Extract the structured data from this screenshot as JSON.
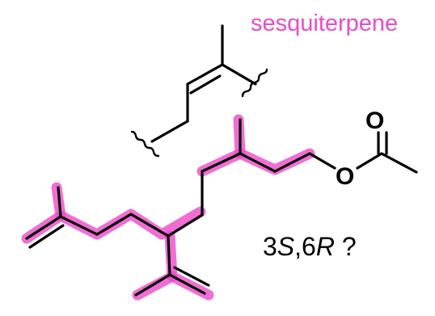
{
  "diagram": {
    "title": "sesquiterpene",
    "stereo_label": {
      "prefix": "3",
      "s": "S",
      "sep": ",6",
      "r": "R",
      "suffix": " ?"
    },
    "atoms": {
      "carbonyl_oxygen": "O",
      "ester_oxygen": "O"
    },
    "colors": {
      "highlight": "#ec4ac9",
      "bond": "#000000",
      "title": "#ec4ac9"
    }
  }
}
